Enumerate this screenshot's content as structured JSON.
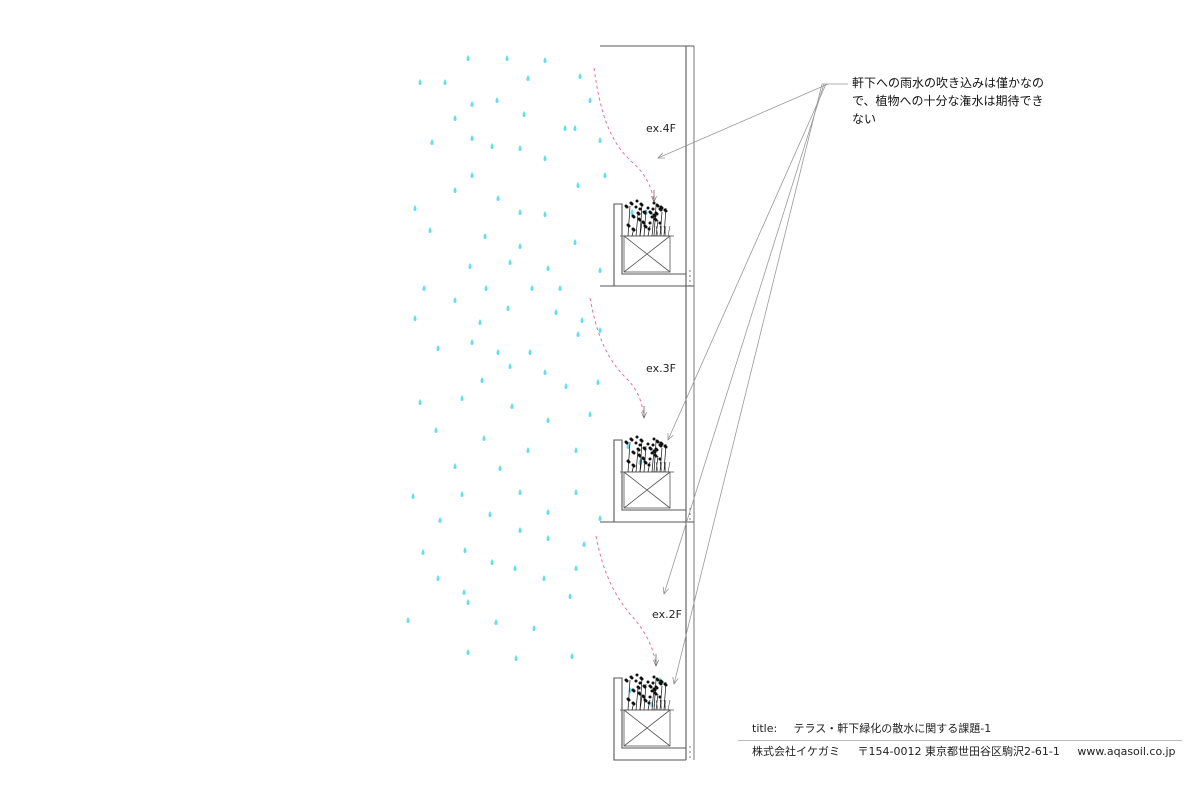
{
  "annotation": {
    "line1": "軒下への雨水の吹き込みは僅かなの",
    "line2": "で、植物への十分な潅水は期待でき",
    "line3": "ない"
  },
  "floors": [
    {
      "label": "ex.4F"
    },
    {
      "label": "ex.3F"
    },
    {
      "label": "ex.2F"
    }
  ],
  "title_block": {
    "title_label": "title:",
    "title_value": "テラス・軒下緑化の散水に関する課題-1",
    "company": "株式会社イケガミ",
    "address": "〒154-0012 東京都世田谷区駒沢2-61-1",
    "website": "www.aqasoil.co.jp"
  },
  "colors": {
    "rain": "#5ee0ee",
    "flow_path": "#e8709a",
    "line": "#555555",
    "leader": "#999999",
    "foliage": "#111111"
  }
}
